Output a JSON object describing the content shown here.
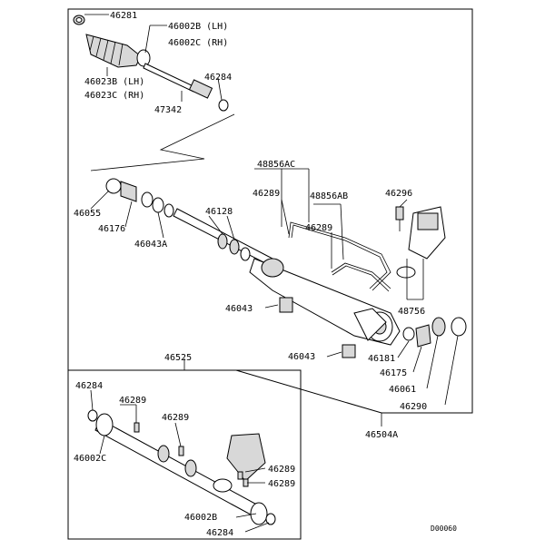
{
  "labels": {
    "p46281": "46281",
    "p46002b_lh": "46002B (LH)",
    "p46002c_rh": "46002C (RH)",
    "p46284_top": "46284",
    "p46023b_lh": "46023B (LH)",
    "p46023c_rh": "46023C (RH)",
    "p47342": "47342",
    "p48856ac": "48856AC",
    "p46296": "46296",
    "p46289_a": "46289",
    "p48856ab": "48856AB",
    "p46289_b": "46289",
    "p46055": "46055",
    "p46128": "46128",
    "p46176": "46176",
    "p46043a": "46043A",
    "p46043_a": "46043",
    "p48756": "48756",
    "p46043_b": "46043",
    "p46181": "46181",
    "p46175": "46175",
    "p46061": "46061",
    "p46290": "46290",
    "p46504a": "46504A",
    "p46525": "46525",
    "p46284_l1": "46284",
    "p46289_c": "46289",
    "p46289_d": "46289",
    "p46002c_l": "46002C",
    "p46289_e": "46289",
    "p46289_f": "46289",
    "p46002b_l": "46002B",
    "p46284_l2": "46284"
  },
  "diagram_code": "D00060"
}
